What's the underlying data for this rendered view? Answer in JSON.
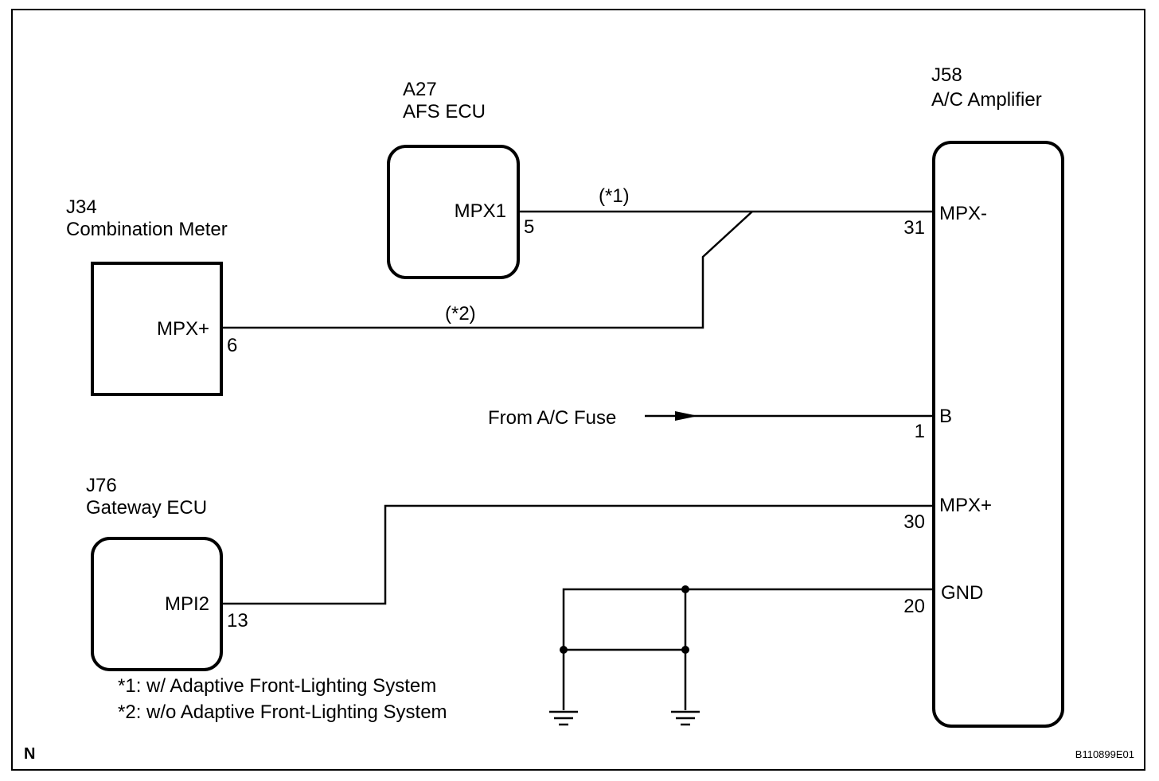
{
  "components": {
    "afs_ecu": {
      "code": "A27",
      "name": "AFS ECU",
      "pin_name": "MPX1",
      "pin_num": "5"
    },
    "combination_meter": {
      "code": "J34",
      "name": "Combination Meter",
      "pin_name": "MPX+",
      "pin_num": "6"
    },
    "gateway_ecu": {
      "code": "J76",
      "name": "Gateway ECU",
      "pin_name": "MPI2",
      "pin_num": "13"
    },
    "ac_amplifier": {
      "code": "J58",
      "name": "A/C Amplifier",
      "pins": [
        {
          "name": "MPX-",
          "num": "31"
        },
        {
          "name": "B",
          "num": "1"
        },
        {
          "name": "MPX+",
          "num": "30"
        },
        {
          "name": "GND",
          "num": "20"
        }
      ]
    }
  },
  "wires": {
    "w1_label": "(*1)",
    "w2_label": "(*2)",
    "fuse_label": "From A/C Fuse"
  },
  "notes": [
    "*1: w/ Adaptive Front-Lighting System",
    "*2: w/o Adaptive Front-Lighting System"
  ],
  "corner_mark": "N",
  "figure_id": "B110899E01"
}
